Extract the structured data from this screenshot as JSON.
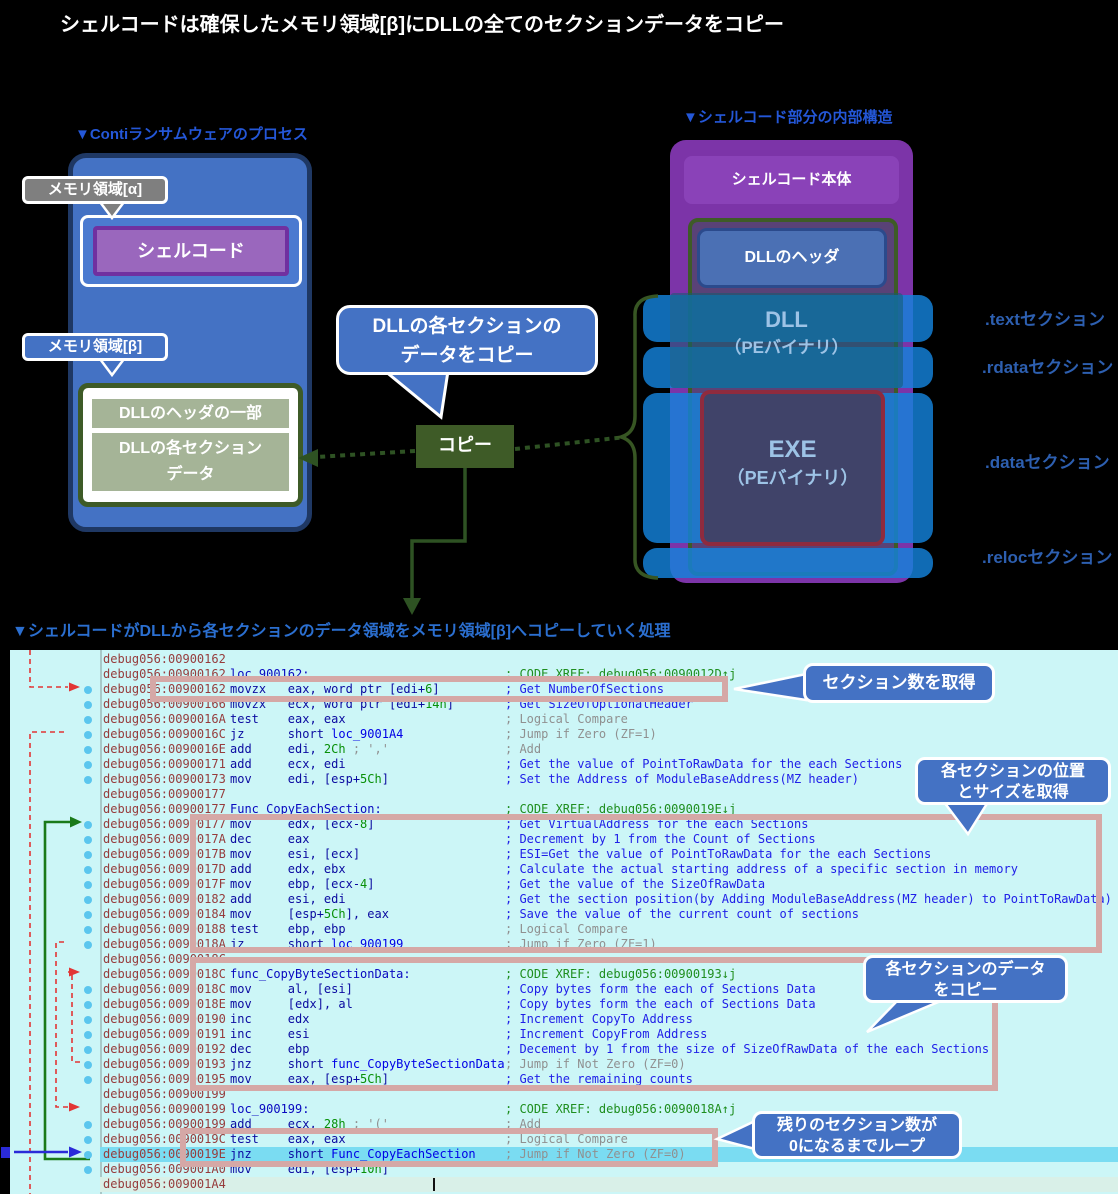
{
  "title": "シェルコードは確保したメモリ領域[β]にDLLの全てのセクションデータをコピー",
  "colors": {
    "accent_blue": "#4472C4",
    "dark_green": "#3E5B27",
    "purple": "#7C34A8",
    "band_blue": "#1482DC",
    "highlight_cyan": "#7ADCF2",
    "pink_frame": "#D5A8A6",
    "listing_bg": "#CCF6F7"
  },
  "left_diagram": {
    "heading": "▼Contiランサムウェアのプロセス",
    "memory_alpha_tag": "メモリ領域[α]",
    "shellcode_label": "シェルコード",
    "memory_beta_tag": "メモリ領域[β]",
    "dll_header_part_label": "DLLのヘッダの一部",
    "dll_section_data_lines": [
      "DLLの各セクション",
      "データ"
    ]
  },
  "flow": {
    "bubble_lines": [
      "DLLの各セクションの",
      "データをコピー"
    ],
    "copy_label": "コピー"
  },
  "right_diagram": {
    "heading": "▼シェルコード部分の内部構造",
    "shellcode_body_label": "シェルコード本体",
    "dll_header_label": "DLLのヘッダ",
    "dll_box_lines": [
      "DLL",
      "（PEバイナリ）"
    ],
    "exe_box_lines": [
      "EXE",
      "（PEバイナリ）"
    ],
    "section_labels": [
      ".textセクション",
      ".rdataセクション",
      ".dataセクション",
      ".relocセクション"
    ]
  },
  "listing": {
    "heading": "▼シェルコードがDLLから各セクションのデータ領域をメモリ領域[β]へコピーしていく処理",
    "callouts": [
      {
        "lines": [
          "セクション数を取得",
          ""
        ]
      },
      {
        "lines": [
          "各セクションの位置",
          "とサイズを取得"
        ]
      },
      {
        "lines": [
          "各セクションのデータ",
          "をコピー"
        ]
      },
      {
        "lines": [
          "残りのセクション数が",
          "0になるまでループ"
        ]
      }
    ],
    "rows": [
      {
        "a": "debug056:00900162"
      },
      {
        "a": "debug056:00900162",
        "code": [
          [
            "l",
            "loc_900162:"
          ]
        ],
        "cmt": [
          "x",
          "; CODE XREF: debug056:0090012D↑j"
        ]
      },
      {
        "a": "debug056:00900162",
        "dot": 1,
        "code": [
          [
            "m",
            "movzx   "
          ],
          [
            "o",
            "eax, word ptr [edi+"
          ],
          [
            "n",
            "6"
          ],
          [
            "o",
            "]"
          ]
        ],
        "cmt": [
          "u",
          "; Get NumberOfSections"
        ]
      },
      {
        "a": "debug056:00900166",
        "dot": 1,
        "code": [
          [
            "m",
            "movzx   "
          ],
          [
            "o",
            "ecx, word ptr [edi+"
          ],
          [
            "n",
            "14h"
          ],
          [
            "o",
            "]"
          ]
        ],
        "cmt": [
          "u",
          "; Get SizeOfOptionalHeader"
        ]
      },
      {
        "a": "debug056:0090016A",
        "dot": 1,
        "code": [
          [
            "m",
            "test    "
          ],
          [
            "o",
            "eax, eax"
          ]
        ],
        "cmt": [
          "a",
          "; Logical Compare"
        ]
      },
      {
        "a": "debug056:0090016C",
        "dot": 1,
        "code": [
          [
            "m",
            "jz      "
          ],
          [
            "o",
            "short "
          ],
          [
            "r",
            "loc_9001A4"
          ]
        ],
        "cmt": [
          "a",
          "; Jump if Zero (ZF=1)"
        ]
      },
      {
        "a": "debug056:0090016E",
        "dot": 1,
        "code": [
          [
            "m",
            "add     "
          ],
          [
            "o",
            "edi, "
          ],
          [
            "n",
            "2Ch"
          ],
          [
            "s",
            " ; ','"
          ]
        ],
        "cmt": [
          "a",
          "; Add"
        ]
      },
      {
        "a": "debug056:00900171",
        "dot": 1,
        "code": [
          [
            "m",
            "add     "
          ],
          [
            "o",
            "ecx, edi"
          ]
        ],
        "cmt": [
          "u",
          "; Get the value of PointToRawData for the each Sections"
        ]
      },
      {
        "a": "debug056:00900173",
        "dot": 1,
        "code": [
          [
            "m",
            "mov     "
          ],
          [
            "o",
            "edi, [esp+"
          ],
          [
            "n",
            "5Ch"
          ],
          [
            "o",
            "]"
          ]
        ],
        "cmt": [
          "u",
          "; Set the Address of ModuleBaseAddress(MZ header)"
        ]
      },
      {
        "a": "debug056:00900177"
      },
      {
        "a": "debug056:00900177",
        "code": [
          [
            "l",
            "Func_CopyEachSection:"
          ]
        ],
        "cmt": [
          "x",
          "; CODE XREF: debug056:0090019E↓j"
        ]
      },
      {
        "a": "debug056:00900177",
        "dot": 1,
        "code": [
          [
            "m",
            "mov     "
          ],
          [
            "o",
            "edx, [ecx-"
          ],
          [
            "n",
            "8"
          ],
          [
            "o",
            "]"
          ]
        ],
        "cmt": [
          "u",
          "; Get VirtualAddress for the each Sections"
        ]
      },
      {
        "a": "debug056:0090017A",
        "dot": 1,
        "code": [
          [
            "m",
            "dec     "
          ],
          [
            "o",
            "eax"
          ]
        ],
        "cmt": [
          "u",
          "; Decrement by 1 from the Count of Sections"
        ]
      },
      {
        "a": "debug056:0090017B",
        "dot": 1,
        "code": [
          [
            "m",
            "mov     "
          ],
          [
            "o",
            "esi, [ecx]"
          ]
        ],
        "cmt": [
          "u",
          "; ESI=Get the value of PointToRawData for the each Sections"
        ]
      },
      {
        "a": "debug056:0090017D",
        "dot": 1,
        "code": [
          [
            "m",
            "add     "
          ],
          [
            "o",
            "edx, ebx"
          ]
        ],
        "cmt": [
          "u",
          "; Calculate the actual starting address of a specific section in memory"
        ]
      },
      {
        "a": "debug056:0090017F",
        "dot": 1,
        "code": [
          [
            "m",
            "mov     "
          ],
          [
            "o",
            "ebp, [ecx-"
          ],
          [
            "n",
            "4"
          ],
          [
            "o",
            "]"
          ]
        ],
        "cmt": [
          "u",
          "; Get the value of the SizeOfRawData"
        ]
      },
      {
        "a": "debug056:00900182",
        "dot": 1,
        "code": [
          [
            "m",
            "add     "
          ],
          [
            "o",
            "esi, edi"
          ]
        ],
        "cmt": [
          "u",
          "; Get the section position(by Adding ModuleBaseAddress(MZ header) to PointToRawData)"
        ]
      },
      {
        "a": "debug056:00900184",
        "dot": 1,
        "code": [
          [
            "m",
            "mov     "
          ],
          [
            "o",
            "[esp+"
          ],
          [
            "n",
            "5Ch"
          ],
          [
            "o",
            "], eax"
          ]
        ],
        "cmt": [
          "u",
          "; Save the value of the current count of sections"
        ]
      },
      {
        "a": "debug056:00900188",
        "dot": 1,
        "code": [
          [
            "m",
            "test    "
          ],
          [
            "o",
            "ebp, ebp"
          ]
        ],
        "cmt": [
          "a",
          "; Logical Compare"
        ]
      },
      {
        "a": "debug056:0090018A",
        "dot": 1,
        "code": [
          [
            "m",
            "jz      "
          ],
          [
            "o",
            "short "
          ],
          [
            "r",
            "loc_900199"
          ]
        ],
        "cmt": [
          "a",
          "; Jump if Zero (ZF=1)"
        ]
      },
      {
        "a": "debug056:0090018C"
      },
      {
        "a": "debug056:0090018C",
        "code": [
          [
            "l",
            "func_CopyByteSectionData:"
          ]
        ],
        "cmt": [
          "x",
          "; CODE XREF: debug056:00900193↓j"
        ]
      },
      {
        "a": "debug056:0090018C",
        "dot": 1,
        "code": [
          [
            "m",
            "mov     "
          ],
          [
            "o",
            "al, [esi]"
          ]
        ],
        "cmt": [
          "u",
          "; Copy bytes form the each of Sections Data"
        ]
      },
      {
        "a": "debug056:0090018E",
        "dot": 1,
        "code": [
          [
            "m",
            "mov     "
          ],
          [
            "o",
            "[edx], al"
          ]
        ],
        "cmt": [
          "u",
          "; Copy bytes form the each of Sections Data"
        ]
      },
      {
        "a": "debug056:00900190",
        "dot": 1,
        "code": [
          [
            "m",
            "inc     "
          ],
          [
            "o",
            "edx"
          ]
        ],
        "cmt": [
          "u",
          "; Increment CopyTo Address"
        ]
      },
      {
        "a": "debug056:00900191",
        "dot": 1,
        "code": [
          [
            "m",
            "inc     "
          ],
          [
            "o",
            "esi"
          ]
        ],
        "cmt": [
          "u",
          "; Increment CopyFrom Address"
        ]
      },
      {
        "a": "debug056:00900192",
        "dot": 1,
        "code": [
          [
            "m",
            "dec     "
          ],
          [
            "o",
            "ebp"
          ]
        ],
        "cmt": [
          "u",
          "; Decement by 1 from the size of SizeOfRawData of the each Sections"
        ]
      },
      {
        "a": "debug056:00900193",
        "dot": 1,
        "code": [
          [
            "m",
            "jnz     "
          ],
          [
            "o",
            "short "
          ],
          [
            "r",
            "func_CopyByteSectionData"
          ]
        ],
        "cmt": [
          "a",
          "; Jump if Not Zero (ZF=0)"
        ]
      },
      {
        "a": "debug056:00900195",
        "dot": 1,
        "code": [
          [
            "m",
            "mov     "
          ],
          [
            "o",
            "eax, [esp+"
          ],
          [
            "n",
            "5Ch"
          ],
          [
            "o",
            "]"
          ]
        ],
        "cmt": [
          "u",
          "; Get the remaining counts"
        ]
      },
      {
        "a": "debug056:00900199"
      },
      {
        "a": "debug056:00900199",
        "code": [
          [
            "l",
            "loc_900199:"
          ]
        ],
        "cmt": [
          "x",
          "; CODE XREF: debug056:0090018A↑j"
        ]
      },
      {
        "a": "debug056:00900199",
        "dot": 1,
        "code": [
          [
            "m",
            "add     "
          ],
          [
            "o",
            "ecx, "
          ],
          [
            "n",
            "28h"
          ],
          [
            "s",
            " ; '('"
          ]
        ],
        "cmt": [
          "a",
          "; Add"
        ]
      },
      {
        "a": "debug056:0090019C",
        "dot": 1,
        "code": [
          [
            "m",
            "test    "
          ],
          [
            "o",
            "eax, eax"
          ]
        ],
        "cmt": [
          "a",
          "; Logical Compare"
        ]
      },
      {
        "a": "debug056:0090019E",
        "dot": 1,
        "hl": 1,
        "code": [
          [
            "m",
            "jnz     "
          ],
          [
            "o",
            "short "
          ],
          [
            "r",
            "Func_CopyEachSection"
          ]
        ],
        "cmt": [
          "a",
          "; Jump if Not Zero (ZF=0)"
        ]
      },
      {
        "a": "debug056:009001A0",
        "dot": 1,
        "code": [
          [
            "m",
            "mov     "
          ],
          [
            "o",
            "edi, [esp+"
          ],
          [
            "n",
            "10h"
          ],
          [
            "o",
            "]"
          ]
        ]
      },
      {
        "a": "debug056:009001A4",
        "sel": 1
      }
    ]
  }
}
